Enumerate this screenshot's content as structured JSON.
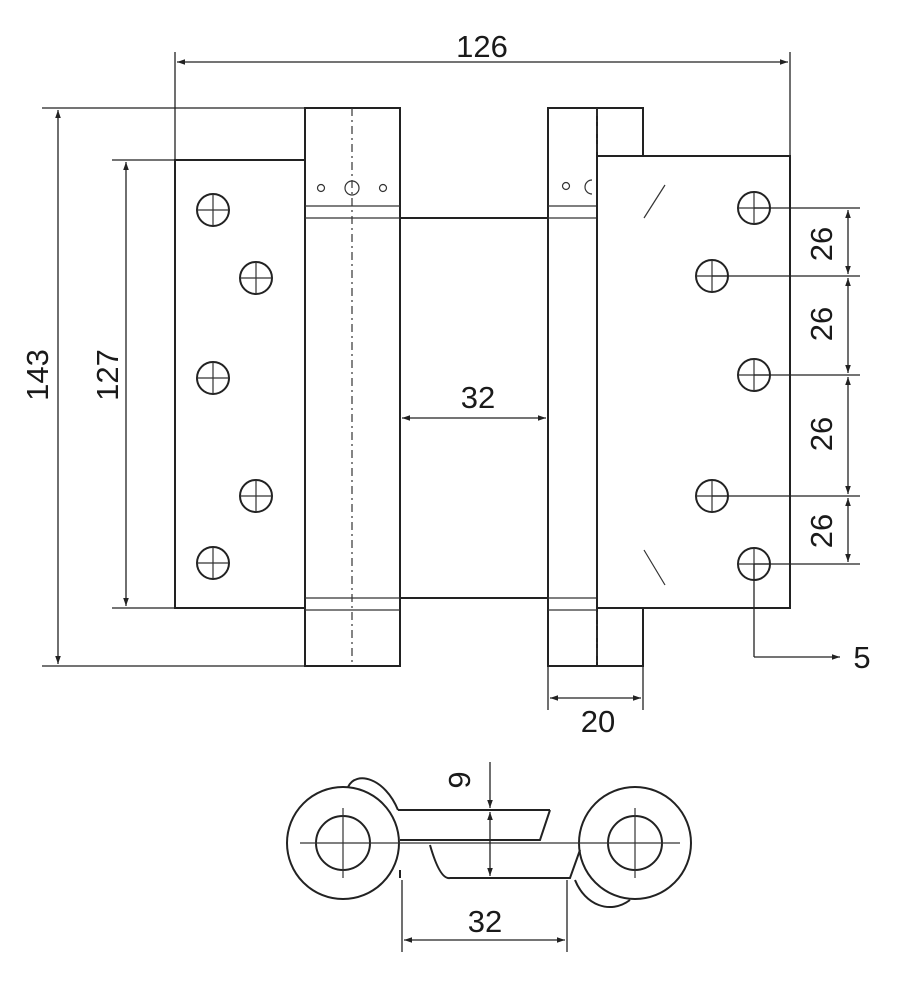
{
  "colors": {
    "line": "#222222",
    "background": "#ffffff"
  },
  "dimensions": {
    "overall_width": "126",
    "overall_height": "143",
    "plate_height": "127",
    "gap_width": "32",
    "knuckle_width": "20",
    "hole_spacing": [
      "26",
      "26",
      "26",
      "26"
    ],
    "hole_diameter": "5",
    "offset": "9",
    "section_width": "32"
  }
}
